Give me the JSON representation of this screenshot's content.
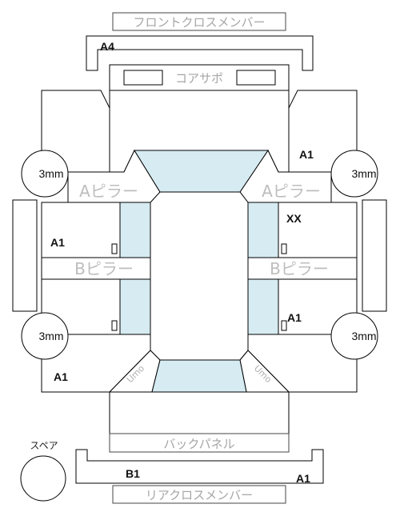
{
  "labels": {
    "front_cross_member": "フロントクロスメンバー",
    "core_support": "コアサポ",
    "a_pillar_left": "Aピラー",
    "a_pillar_right": "Aピラー",
    "b_pillar_left": "Bピラー",
    "b_pillar_right": "Bピラー",
    "back_panel": "バックパネル",
    "rear_cross_member": "リアクロスメンバー",
    "spare": "スペア",
    "corner_left": "Umo",
    "corner_right": "Umo"
  },
  "codes": {
    "front_member": "A4",
    "right_front_fender": "A1",
    "right_front_door": "XX",
    "left_front_door": "A1",
    "right_rear_door": "A1",
    "left_rear_quarter": "A1",
    "rear_member": "B1",
    "rear_member_right": "A1"
  },
  "tires": {
    "front_left": "3mm",
    "front_right": "3mm",
    "rear_left": "3mm",
    "rear_right": "3mm"
  }
}
